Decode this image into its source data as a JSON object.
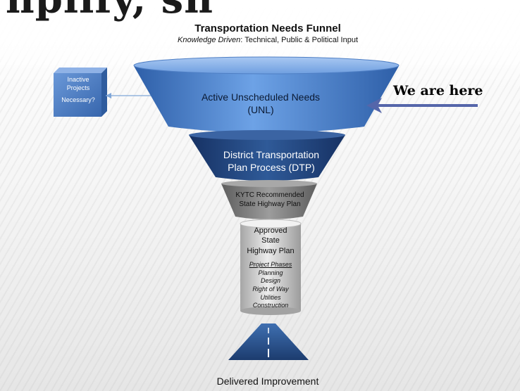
{
  "heading_partial": "nplify, sh",
  "title": "Transportation Needs Funnel",
  "subtitle": {
    "emphasis": "Knowledge Driven",
    "rest": ": Technical, Public & Political Input"
  },
  "stages": {
    "unl": [
      "Active Unscheduled Needs",
      "(UNL)"
    ],
    "dtp": [
      "District Transportation",
      "Plan Process (DTP)"
    ],
    "kytc": [
      "KYTC Recommended",
      "State Highway Plan"
    ],
    "approved": [
      "Approved",
      "State",
      "Highway Plan"
    ]
  },
  "phases": {
    "title": "Project Phases",
    "items": [
      "Planning",
      "Design",
      "Right of Way",
      "Utilities",
      "Construction"
    ]
  },
  "inactive": [
    "Inactive",
    "Projects",
    "Necessary?"
  ],
  "callout": "We are here",
  "delivered": "Delivered Improvement",
  "colors": {
    "unl_fill": "#5b8fd6",
    "unl_rim": "#9bbff0",
    "dtp_fill": "#24477e",
    "kytc_fill": "#7d7d7d",
    "cylinder_fill": "#c8c8c8",
    "inactive_box": "#4f80c4",
    "arrow": "#5566aa",
    "road": "#27508c"
  }
}
